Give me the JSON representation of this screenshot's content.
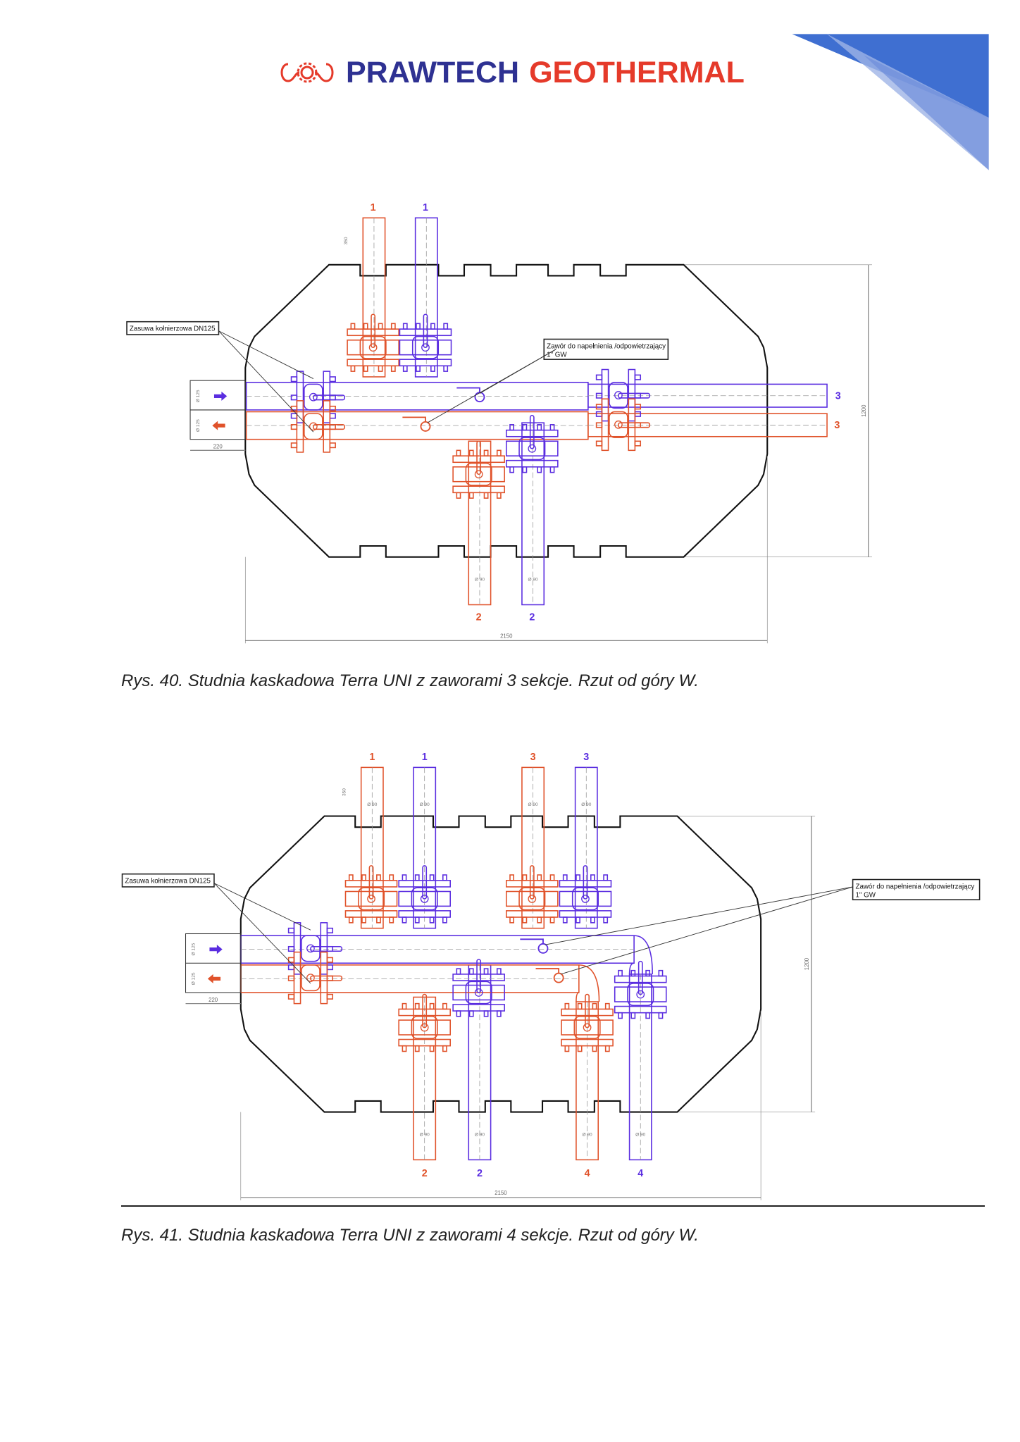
{
  "header": {
    "brand_part1": "PRAWTECH",
    "brand_part2": "GEOTHERMAL",
    "colors": {
      "blue": "#2e3192",
      "red": "#e53a2a"
    }
  },
  "figures": [
    {
      "caption": "Rys. 40. Studnia kaskadowa Terra UNI z zaworami 3 sekcje. Rzut od góry W.",
      "callout_gate_valve": "Zasuwa kołnierzowa DN125",
      "callout_fill_valve_line1": "Zawór do napełnienia /odpowietrzający",
      "callout_fill_valve_line2": "1\" GW",
      "pipe_labels": [
        "1",
        "1",
        "2",
        "2",
        "3",
        "3"
      ],
      "dim_width": "2150",
      "dim_height": "1200",
      "dim_inlet": "220",
      "dim_stub": "350",
      "dim_d125": "Ø 125",
      "dim_d90": "Ø 90"
    },
    {
      "caption": "Rys. 41. Studnia kaskadowa Terra UNI z zaworami 4 sekcje. Rzut od góry W.",
      "callout_gate_valve": "Zasuwa kołnierzowa DN125",
      "callout_fill_valve_line1": "Zawór do napełnienia /odpowietrzający",
      "callout_fill_valve_line2": "1\" GW",
      "pipe_labels": [
        "1",
        "1",
        "3",
        "3",
        "2",
        "2",
        "4",
        "4"
      ],
      "dim_width": "2150",
      "dim_height": "1200",
      "dim_inlet": "220",
      "dim_stub": "350",
      "dim_d125": "Ø 125",
      "dim_d90": "Ø 90"
    }
  ],
  "colors": {
    "supply": "#e0522a",
    "return": "#5a2de0",
    "outline": "#111111",
    "dimension": "#888888"
  }
}
